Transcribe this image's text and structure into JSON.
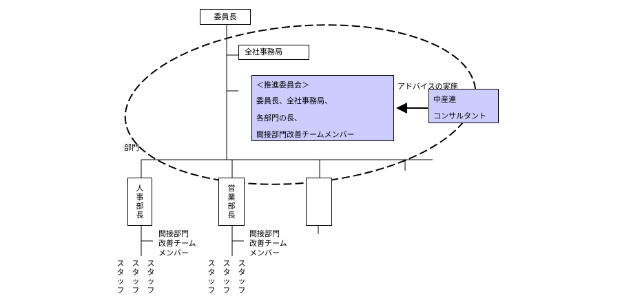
{
  "org_chart": {
    "chairman": "委員長",
    "secretariat": "全社事務局",
    "committee": {
      "title": "＜推進委員会＞",
      "members": [
        "委員長、全社事務局、",
        "各部門の長、",
        "間接部門改善チームメンバー"
      ]
    },
    "advice_label": "アドバイスの実施",
    "consultant": {
      "line1": "中産連",
      "line2": "コンサルタント"
    },
    "department_label": "部門",
    "dept_heads": [
      {
        "name": "人事部長",
        "chars": [
          "人",
          "事",
          "部",
          "長"
        ]
      },
      {
        "name": "営業部長",
        "chars": [
          "営",
          "業",
          "部",
          "長"
        ]
      },
      {
        "name": "",
        "chars": []
      }
    ],
    "team_label": [
      "間接部門",
      "改善チーム",
      "メンバー"
    ],
    "staff_label": "スタッフ",
    "staff_chars": [
      "ス",
      "タ",
      "ッ",
      "フ"
    ]
  },
  "colors": {
    "committee_fill": "#ccccff",
    "line": "#000000"
  }
}
